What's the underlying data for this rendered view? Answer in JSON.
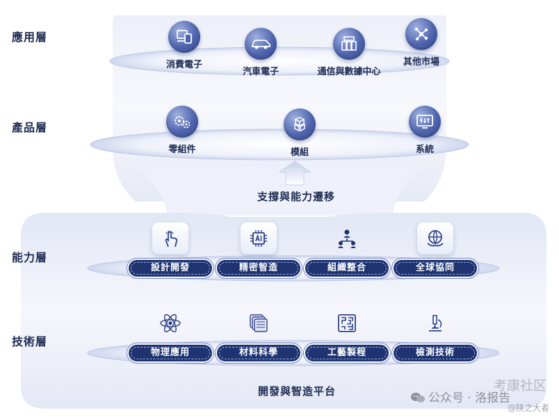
{
  "layers": {
    "application": "應用層",
    "product": "產品層",
    "capability": "能力層",
    "technology": "技術層"
  },
  "application_nodes": [
    {
      "label": "消費電子",
      "icon": "devices-icon"
    },
    {
      "label": "汽車電子",
      "icon": "car-icon"
    },
    {
      "label": "通信與數據中心",
      "icon": "server-icon"
    },
    {
      "label": "其他市場",
      "icon": "network-nodes-icon"
    }
  ],
  "product_nodes": [
    {
      "label": "零組件",
      "icon": "gears-icon"
    },
    {
      "label": "模組",
      "icon": "cubes-icon"
    },
    {
      "label": "系統",
      "icon": "control-panel-icon"
    }
  ],
  "transition_label": "支撐與能力遷移",
  "capability_nodes": [
    {
      "label": "設計開發",
      "icon": "touch-hand-icon"
    },
    {
      "label": "精密智造",
      "icon": "ai-chip-icon"
    },
    {
      "label": "組織整合",
      "icon": "org-structure-icon"
    },
    {
      "label": "全球協同",
      "icon": "globe-hands-icon"
    }
  ],
  "technology_nodes": [
    {
      "label": "物理應用",
      "icon": "atom-icon"
    },
    {
      "label": "材料科學",
      "icon": "material-layers-icon"
    },
    {
      "label": "工藝製程",
      "icon": "circuit-maze-icon"
    },
    {
      "label": "檢測技術",
      "icon": "microscope-icon"
    }
  ],
  "platform_label": "開發與智造平台",
  "watermark": {
    "channel": "公众号 · 洛报告",
    "community": "考康社区",
    "author": "@陕之大者"
  },
  "colors": {
    "navy": "#1e3370",
    "icon_blue": "#4f64ad",
    "text": "#1d2a52",
    "funnel": "#e9edf8"
  }
}
